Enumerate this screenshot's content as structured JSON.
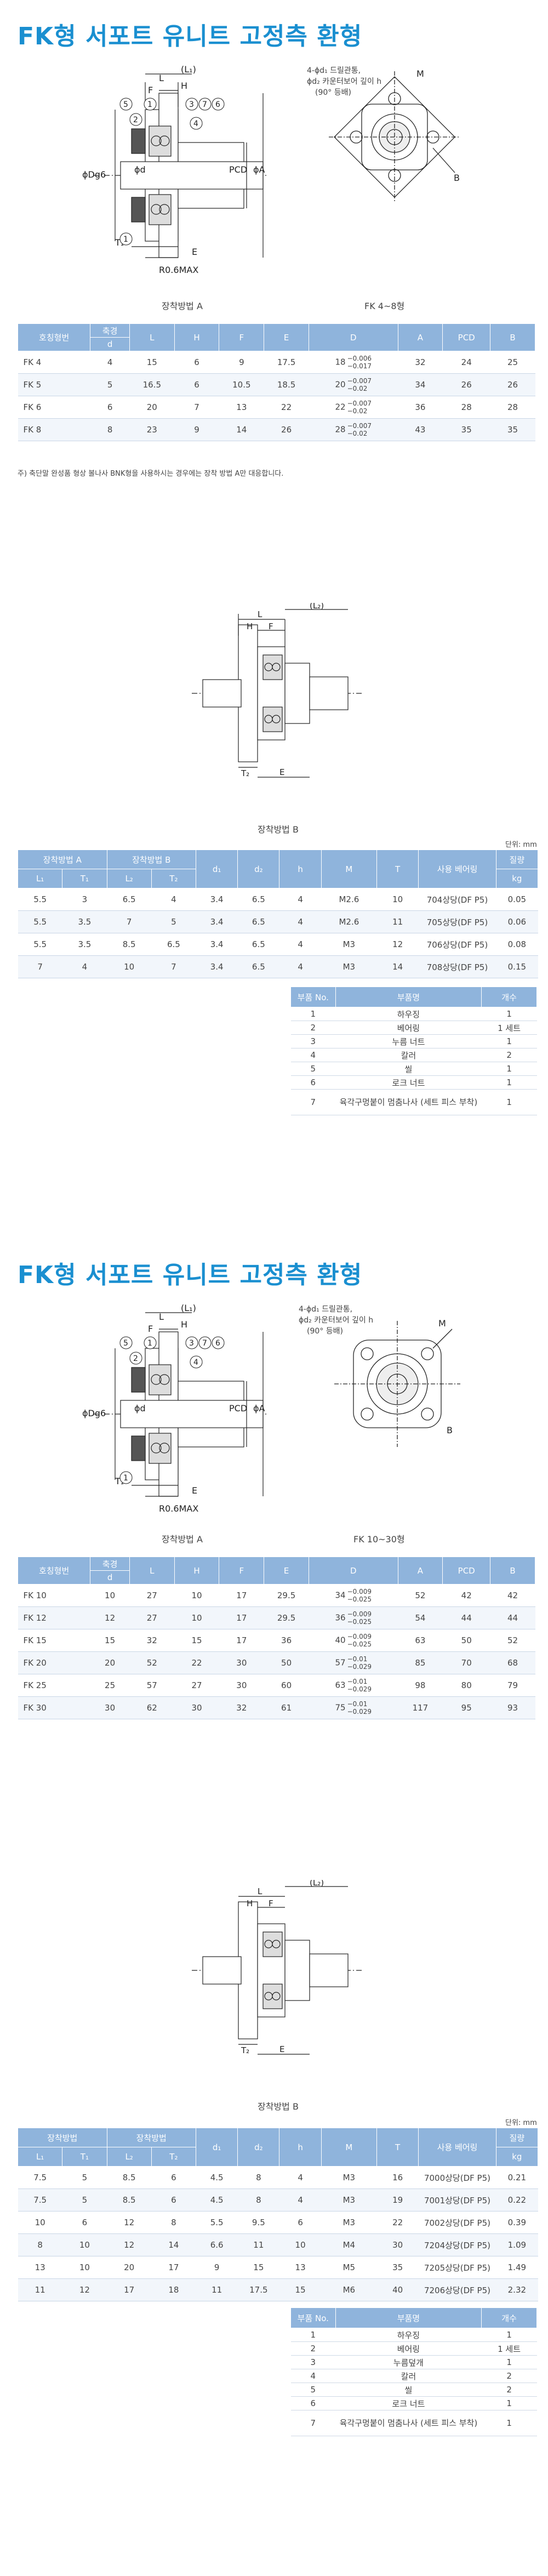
{
  "section1": {
    "title": "FK형 서포트 유니트 고정측 환형",
    "drawing_top": {
      "note_line1": "4-ϕd₁ 드릴관통,",
      "note_line2": "ϕd₂ 카운터보어 깊이 h",
      "note_line3": "(90° 등배)",
      "caption_a": "장착방법 A",
      "caption_b": "FK 4~8형",
      "labels": {
        "L1": "(L₁)",
        "L": "L",
        "F": "F",
        "H": "H",
        "dg6": "ϕDg6",
        "d": "ϕd",
        "pcd": "PCD",
        "A": "ϕA",
        "T1": "T₁",
        "E": "E",
        "R": "R0.6MAX",
        "M": "M",
        "B": "B"
      },
      "balloons": [
        "5",
        "2",
        "1",
        "3",
        "7",
        "6",
        "4",
        "1"
      ]
    },
    "spec_table": {
      "headers": [
        "호칭형번",
        "축경 d",
        "L",
        "H",
        "F",
        "E",
        "D",
        "A",
        "PCD",
        "B"
      ],
      "header_top_d": "축경",
      "header_bottom_d": "d",
      "rows": [
        {
          "model": "FK 4",
          "d": "4",
          "L": "15",
          "H": "6",
          "F": "9",
          "E": "17.5",
          "D": "18",
          "tol_up": "−0.006",
          "tol_dn": "−0.017",
          "A": "32",
          "PCD": "24",
          "B": "25"
        },
        {
          "model": "FK 5",
          "d": "5",
          "L": "16.5",
          "H": "6",
          "F": "10.5",
          "E": "18.5",
          "D": "20",
          "tol_up": "−0.007",
          "tol_dn": "−0.02",
          "A": "34",
          "PCD": "26",
          "B": "26"
        },
        {
          "model": "FK 6",
          "d": "6",
          "L": "20",
          "H": "7",
          "F": "13",
          "E": "22",
          "D": "22",
          "tol_up": "−0.007",
          "tol_dn": "−0.02",
          "A": "36",
          "PCD": "28",
          "B": "28"
        },
        {
          "model": "FK 8",
          "d": "8",
          "L": "23",
          "H": "9",
          "F": "14",
          "E": "26",
          "D": "28",
          "tol_up": "−0.007",
          "tol_dn": "−0.02",
          "A": "43",
          "PCD": "35",
          "B": "35"
        }
      ]
    },
    "footnote": "주) 축단말 완성품 형상 볼나사 BNK형을 사용하시는 경우에는 장착 방법 A만 대응합니다.",
    "drawing_mid": {
      "caption": "장착방법 B",
      "labels": {
        "L": "L",
        "L2": "(L₂)",
        "H": "H",
        "F": "F",
        "T2": "T₂",
        "E": "E"
      }
    },
    "unit": "단위: mm",
    "mount_table": {
      "group_a": "장착방법 A",
      "group_b": "장착방법 B",
      "sub_headers": [
        "L₁",
        "T₁",
        "L₂",
        "T₂"
      ],
      "headers": [
        "d₁",
        "d₂",
        "h",
        "M",
        "T",
        "사용 베어링",
        "질량"
      ],
      "mass_unit": "kg",
      "rows": [
        [
          "5.5",
          "3",
          "6.5",
          "4",
          "3.4",
          "6.5",
          "4",
          "M2.6",
          "10",
          "704상당(DF P5)",
          "0.05"
        ],
        [
          "5.5",
          "3.5",
          "7",
          "5",
          "3.4",
          "6.5",
          "4",
          "M2.6",
          "11",
          "705상당(DF P5)",
          "0.06"
        ],
        [
          "5.5",
          "3.5",
          "8.5",
          "6.5",
          "3.4",
          "6.5",
          "4",
          "M3",
          "12",
          "706상당(DF P5)",
          "0.08"
        ],
        [
          "7",
          "4",
          "10",
          "7",
          "3.4",
          "6.5",
          "4",
          "M3",
          "14",
          "708상당(DF P5)",
          "0.15"
        ]
      ]
    },
    "parts_table": {
      "headers": [
        "부품 No.",
        "부품명",
        "개수"
      ],
      "rows": [
        [
          "1",
          "하우징",
          "1"
        ],
        [
          "2",
          "베어링",
          "1 세트"
        ],
        [
          "3",
          "누름 너트",
          "1"
        ],
        [
          "4",
          "칼러",
          "2"
        ],
        [
          "5",
          "씰",
          "1"
        ],
        [
          "6",
          "로크 너트",
          "1"
        ],
        [
          "7",
          "육각구멍붙이 멈춤나사 (세트 피스 부착)",
          "1"
        ]
      ]
    }
  },
  "section2": {
    "title": "FK형 서포트 유니트 고정측 환형",
    "drawing_top": {
      "note_line1": "4-ϕd₁ 드릴관통,",
      "note_line2": "ϕd₂ 카운터보어 깊이 h",
      "note_line3": "(90° 등배)",
      "caption_a": "장착방법 A",
      "caption_b": "FK 10~30형",
      "labels": {
        "L1": "(L₁)",
        "L": "L",
        "F": "F",
        "H": "H",
        "dg6": "ϕDg6",
        "d": "ϕd",
        "pcd": "PCD",
        "A": "ϕA",
        "T1": "T₁",
        "E": "E",
        "R": "R0.6MAX",
        "M": "M",
        "B": "B"
      },
      "balloons": [
        "5",
        "2",
        "1",
        "3",
        "7",
        "6",
        "4",
        "1"
      ]
    },
    "spec_table": {
      "headers": [
        "호칭형번",
        "축경 d",
        "L",
        "H",
        "F",
        "E",
        "D",
        "A",
        "PCD",
        "B"
      ],
      "header_top_d": "축경",
      "header_bottom_d": "d",
      "rows": [
        {
          "model": "FK 10",
          "d": "10",
          "L": "27",
          "H": "10",
          "F": "17",
          "E": "29.5",
          "D": "34",
          "tol_up": "−0.009",
          "tol_dn": "−0.025",
          "A": "52",
          "PCD": "42",
          "B": "42"
        },
        {
          "model": "FK 12",
          "d": "12",
          "L": "27",
          "H": "10",
          "F": "17",
          "E": "29.5",
          "D": "36",
          "tol_up": "−0.009",
          "tol_dn": "−0.025",
          "A": "54",
          "PCD": "44",
          "B": "44"
        },
        {
          "model": "FK 15",
          "d": "15",
          "L": "32",
          "H": "15",
          "F": "17",
          "E": "36",
          "D": "40",
          "tol_up": "−0.009",
          "tol_dn": "−0.025",
          "A": "63",
          "PCD": "50",
          "B": "52"
        },
        {
          "model": "FK 20",
          "d": "20",
          "L": "52",
          "H": "22",
          "F": "30",
          "E": "50",
          "D": "57",
          "tol_up": "−0.01",
          "tol_dn": "−0.029",
          "A": "85",
          "PCD": "70",
          "B": "68"
        },
        {
          "model": "FK 25",
          "d": "25",
          "L": "57",
          "H": "27",
          "F": "30",
          "E": "60",
          "D": "63",
          "tol_up": "−0.01",
          "tol_dn": "−0.029",
          "A": "98",
          "PCD": "80",
          "B": "79"
        },
        {
          "model": "FK 30",
          "d": "30",
          "L": "62",
          "H": "30",
          "F": "32",
          "E": "61",
          "D": "75",
          "tol_up": "−0.01",
          "tol_dn": "−0.029",
          "A": "117",
          "PCD": "95",
          "B": "93"
        }
      ]
    },
    "drawing_mid": {
      "caption": "장착방법 B",
      "labels": {
        "L": "L",
        "L2": "(L₂)",
        "H": "H",
        "F": "F",
        "T2": "T₂",
        "E": "E"
      }
    },
    "unit": "단위: mm",
    "mount_table": {
      "group_a": "장착방법",
      "group_b": "장착방법",
      "sub_headers": [
        "L₁",
        "T₁",
        "L₂",
        "T₂"
      ],
      "headers": [
        "d₁",
        "d₂",
        "h",
        "M",
        "T",
        "사용 베어링",
        "질량"
      ],
      "mass_unit": "kg",
      "rows": [
        [
          "7.5",
          "5",
          "8.5",
          "6",
          "4.5",
          "8",
          "4",
          "M3",
          "16",
          "7000상당(DF P5)",
          "0.21"
        ],
        [
          "7.5",
          "5",
          "8.5",
          "6",
          "4.5",
          "8",
          "4",
          "M3",
          "19",
          "7001상당(DF P5)",
          "0.22"
        ],
        [
          "10",
          "6",
          "12",
          "8",
          "5.5",
          "9.5",
          "6",
          "M3",
          "22",
          "7002상당(DF P5)",
          "0.39"
        ],
        [
          "8",
          "10",
          "12",
          "14",
          "6.6",
          "11",
          "10",
          "M4",
          "30",
          "7204상당(DF P5)",
          "1.09"
        ],
        [
          "13",
          "10",
          "20",
          "17",
          "9",
          "15",
          "13",
          "M5",
          "35",
          "7205상당(DF P5)",
          "1.49"
        ],
        [
          "11",
          "12",
          "17",
          "18",
          "11",
          "17.5",
          "15",
          "M6",
          "40",
          "7206상당(DF P5)",
          "2.32"
        ]
      ]
    },
    "parts_table": {
      "headers": [
        "부품 No.",
        "부품명",
        "개수"
      ],
      "rows": [
        [
          "1",
          "하우징",
          "1"
        ],
        [
          "2",
          "베어링",
          "1 세트"
        ],
        [
          "3",
          "누름덮개",
          "1"
        ],
        [
          "4",
          "칼러",
          "2"
        ],
        [
          "5",
          "씰",
          "2"
        ],
        [
          "6",
          "로크 너트",
          "1"
        ],
        [
          "7",
          "육각구멍붙이 멈춤나사 (세트 피스 부착)",
          "1"
        ]
      ]
    }
  }
}
